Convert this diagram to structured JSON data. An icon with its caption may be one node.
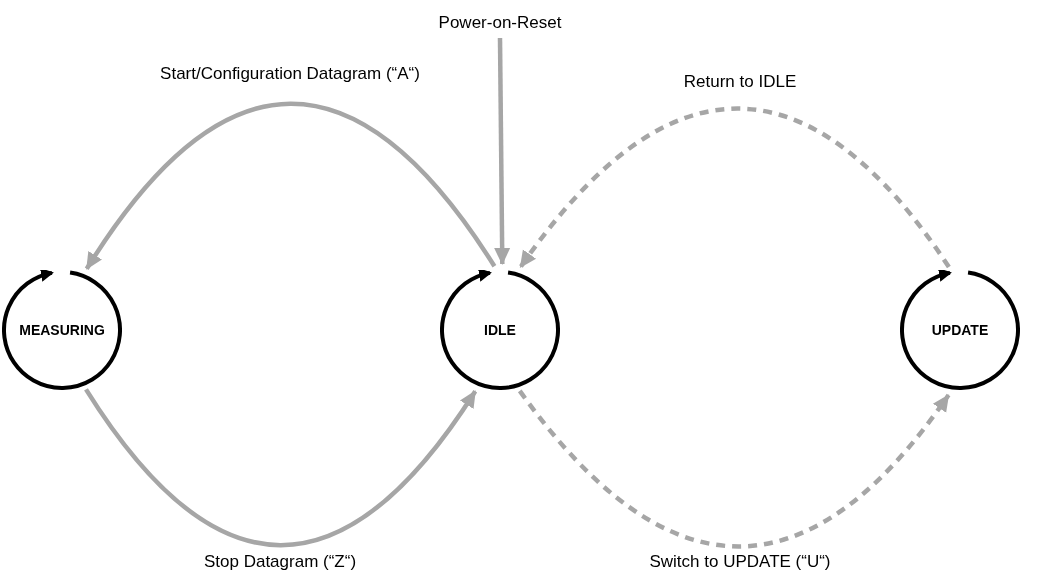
{
  "diagram": {
    "nodes": [
      {
        "text": [
          "MEASURING"
        ]
      },
      {
        "text": [
          "IDLE"
        ]
      },
      {
        "text": [
          "UPDATE"
        ]
      },
      {
        "text": [
          "Power-on-Reset"
        ]
      }
    ],
    "edges": [
      {
        "from": 1,
        "to": 0,
        "arrow": "to",
        "label": "Start/Configuration Datagram (“A“)"
      },
      {
        "from": 0,
        "to": 1,
        "arrow": "to",
        "label": "Stop Datagram (“Z“)"
      },
      {
        "from": 3,
        "to": 1,
        "arrow": "to"
      },
      {
        "from": 2,
        "to": 1,
        "arrow": "to",
        "style": "dashed",
        "label": "Return to IDLE"
      },
      {
        "from": 1,
        "to": 2,
        "arrow": "to",
        "style": "dashed",
        "label": "Switch to UPDATE (“U“)"
      }
    ]
  }
}
